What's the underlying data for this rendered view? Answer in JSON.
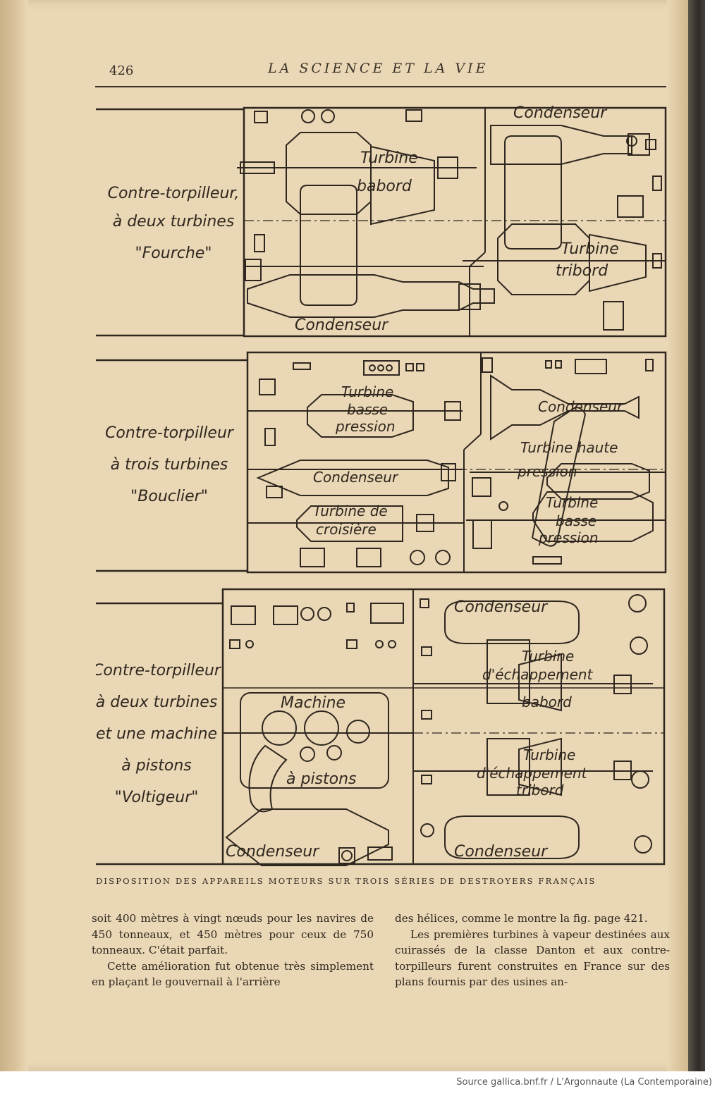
{
  "header": {
    "page_number": "426",
    "title": "LA SCIENCE ET LA VIE"
  },
  "figure": {
    "panels": [
      {
        "type_lines": [
          "Contre-torpilleur,",
          "à deux turbines",
          "\"Fourche\""
        ],
        "labels": {
          "condenser_top": "Condenseur",
          "turbine_port_1": "Turbine",
          "turbine_port_2": "babord",
          "turbine_starboard_1": "Turbine",
          "turbine_starboard_2": "tribord",
          "condenser_bottom": "Condenseur"
        }
      },
      {
        "type_lines": [
          "Contre-torpilleur",
          "à trois turbines",
          "\"Bouclier\""
        ],
        "labels": {
          "lp_left_1": "Turbine",
          "lp_left_2": "basse",
          "lp_left_3": "pression",
          "condenser_left": "Condenseur",
          "cruise_1": "Turbine de",
          "cruise_2": "croisière",
          "condenser_right": "Condenseur",
          "hp_1": "Turbine haute",
          "hp_2": "pression",
          "lp_right_1": "Turbine",
          "lp_right_2": "basse",
          "lp_right_3": "pression"
        }
      },
      {
        "type_lines": [
          "Contre-torpilleur",
          "à deux turbines",
          "et une machine",
          "à pistons",
          "\"Voltigeur\""
        ],
        "labels": {
          "machine_1": "Machine",
          "machine_2": "à pistons",
          "condenser_left": "Condenseur",
          "condenser_top": "Condenseur",
          "exhaust_port_1": "Turbine",
          "exhaust_port_2": "d'échappement",
          "exhaust_port_3": "babord",
          "exhaust_stbd_1": "Turbine",
          "exhaust_stbd_2": "d'échappement",
          "exhaust_stbd_3": "tribord",
          "condenser_bottom": "Condenseur"
        }
      }
    ]
  },
  "caption": "DISPOSITION DES APPAREILS MOTEURS SUR TROIS SÉRIES DE DESTROYERS FRANÇAIS",
  "body": {
    "left_p1": "soit 400 mètres à vingt nœuds pour les navires de 450 tonneaux, et 450 mètres pour ceux de 750 tonneaux. C'était parfait.",
    "left_p2": "Cette amélioration fut obtenue très simplement en plaçant le gouvernail à l'arrière",
    "right_p1": "des hélices, comme le montre la fig. page 421.",
    "right_p2": "Les premières turbines à vapeur destinées aux cuirassés de la classe Danton et aux contre-torpilleurs furent construites en France sur des plans fournis par des usines an-"
  },
  "footer": "Source gallica.bnf.fr / L'Argonnaute (La Contemporaine)"
}
